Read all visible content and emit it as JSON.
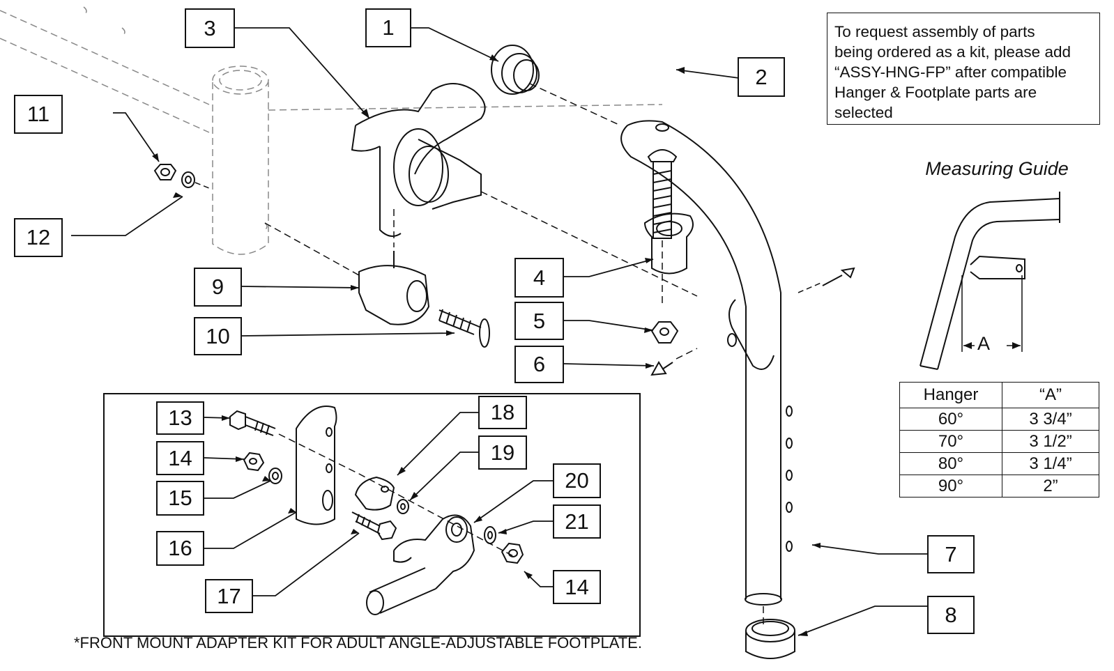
{
  "callouts": [
    {
      "id": "c1",
      "label": "1"
    },
    {
      "id": "c2",
      "label": "2"
    },
    {
      "id": "c3",
      "label": "3"
    },
    {
      "id": "c4",
      "label": "4"
    },
    {
      "id": "c5",
      "label": "5"
    },
    {
      "id": "c6",
      "label": "6"
    },
    {
      "id": "c7",
      "label": "7"
    },
    {
      "id": "c8",
      "label": "8"
    },
    {
      "id": "c9",
      "label": "9"
    },
    {
      "id": "c10",
      "label": "10"
    },
    {
      "id": "c11",
      "label": "11"
    },
    {
      "id": "c12",
      "label": "12"
    },
    {
      "id": "c13",
      "label": "13"
    },
    {
      "id": "c14a",
      "label": "14"
    },
    {
      "id": "c14b",
      "label": "14"
    },
    {
      "id": "c15",
      "label": "15"
    },
    {
      "id": "c16",
      "label": "16"
    },
    {
      "id": "c17",
      "label": "17"
    },
    {
      "id": "c18",
      "label": "18"
    },
    {
      "id": "c19",
      "label": "19"
    },
    {
      "id": "c20",
      "label": "20"
    },
    {
      "id": "c21",
      "label": "21"
    }
  ],
  "note": {
    "lines": [
      "To request assembly of parts",
      "being ordered as a kit, please add",
      "“ASSY-HNG-FP” after compatible",
      "Hanger & Footplate parts are",
      "selected"
    ]
  },
  "measuring_guide": {
    "title": "Measuring Guide",
    "dimension_label": "A",
    "table": {
      "headers": [
        "Hanger",
        "“A”"
      ],
      "rows": [
        [
          "60°",
          "3 3/4”"
        ],
        [
          "70°",
          "3 1/2”"
        ],
        [
          "80°",
          "3 1/4”"
        ],
        [
          "90°",
          "2”"
        ]
      ]
    }
  },
  "footnote": "*FRONT MOUNT ADAPTER KIT FOR ADULT ANGLE-ADJUSTABLE  FOOTPLATE."
}
